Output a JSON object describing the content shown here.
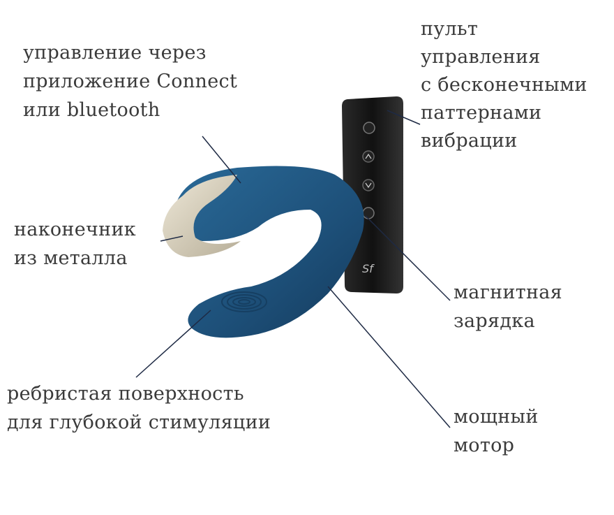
{
  "callouts": {
    "app": {
      "lines": [
        "управление через",
        "приложение Connect",
        "или bluetooth"
      ]
    },
    "remote": {
      "lines": [
        "пульт",
        "управления",
        "с бесконечными",
        "паттернами",
        "вибрации"
      ]
    },
    "tip": {
      "lines": [
        "наконечник",
        "из металла"
      ]
    },
    "charging": {
      "lines": [
        "магнитная",
        "зарядка"
      ]
    },
    "surface": {
      "lines": [
        "ребристая поверхность",
        "для глубокой стимуляции"
      ]
    },
    "motor": {
      "lines": [
        "мощный",
        "мотор"
      ]
    }
  },
  "remote_logo": "Sf",
  "colors": {
    "device": "#1d4f78",
    "tip": "#d9d2bf",
    "remote": "#1a1a1a",
    "text": "#3a3a3a",
    "leader": "#1e2a44"
  }
}
